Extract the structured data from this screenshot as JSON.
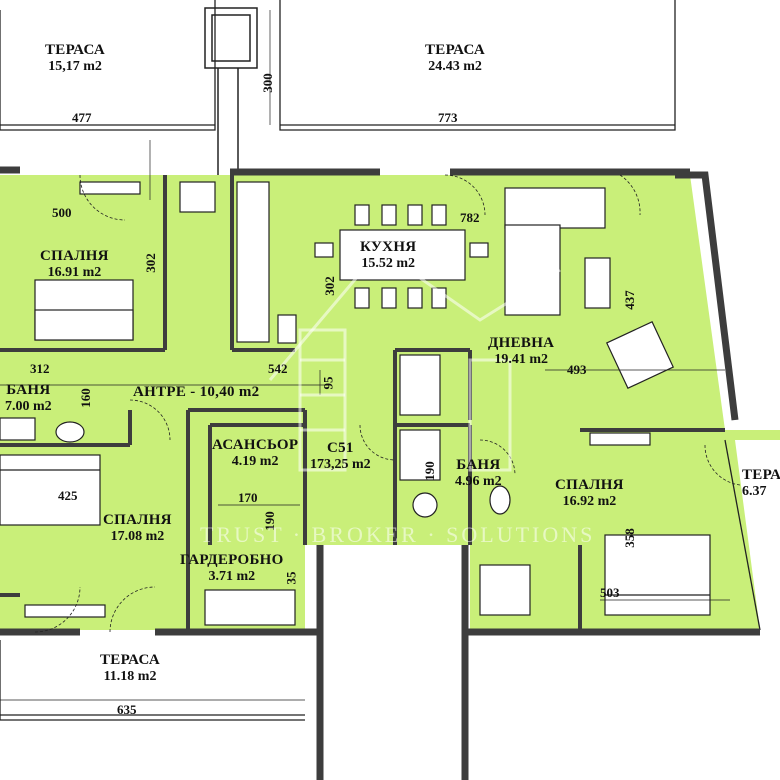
{
  "rooms": {
    "terrace_nw": {
      "name": "ТЕРАСА",
      "area": "15,17 m2"
    },
    "terrace_n": {
      "name": "ТЕРАСА",
      "area": "24.43 m2"
    },
    "bedroom_nw": {
      "name": "СПАЛНЯ",
      "area": "16.91 m2"
    },
    "kitchen": {
      "name": "КУХНЯ",
      "area": "15.52 m2"
    },
    "living": {
      "name": "ДНЕВНА",
      "area": "19.41 m2"
    },
    "bath_w": {
      "name": "БАНЯ",
      "area": "7.00 m2"
    },
    "hall": {
      "name": "АНТРЕ - 10,40 m2"
    },
    "elevator": {
      "name": "АСАНСЬОР",
      "area": "4.19 m2"
    },
    "unit": {
      "name": "C51",
      "area": "173,25 m2"
    },
    "bath_e": {
      "name": "БАНЯ",
      "area": "4.96 m2"
    },
    "bedroom_se": {
      "name": "СПАЛНЯ",
      "area": "16.92 m2"
    },
    "terrace_e": {
      "name": "ТЕРА",
      "area": "6.37"
    },
    "bedroom_sw": {
      "name": "СПАЛНЯ",
      "area": "17.08 m2"
    },
    "wardrobe": {
      "name": "ГАРДЕРОБНО",
      "area": "3.71 m2"
    },
    "terrace_s": {
      "name": "ТЕРАСА",
      "area": "11.18 m2"
    }
  },
  "dimensions": {
    "d477": "477",
    "d773": "773",
    "d300": "300",
    "d500": "500",
    "d782": "782",
    "d302a": "302",
    "d302b": "302",
    "d437": "437",
    "d312": "312",
    "d542": "542",
    "d95": "95",
    "d160": "160",
    "d493": "493",
    "d425": "425",
    "d170": "170",
    "d190a": "190",
    "d190b": "190",
    "d358": "358",
    "d35": "35",
    "d503": "503",
    "d635": "635"
  },
  "watermark": "TRUST · BROKER · SOLUTIONS",
  "colors": {
    "floor": "#c9ef79",
    "wall": "#3d3d3d",
    "line": "#222222",
    "watermark": "#ffffff"
  }
}
